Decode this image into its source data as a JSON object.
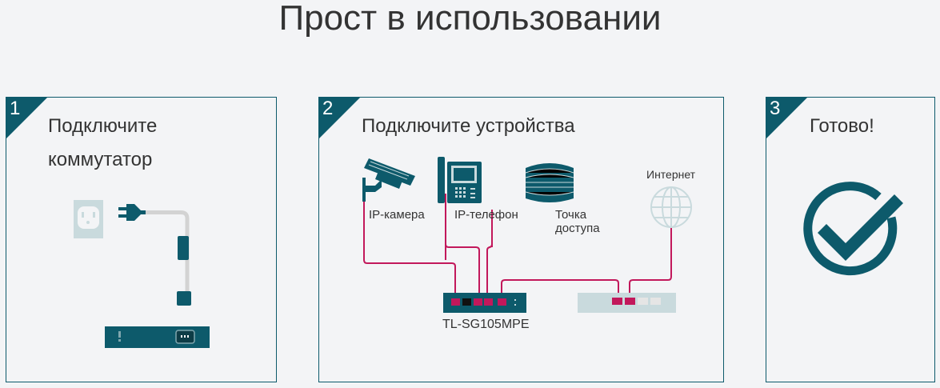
{
  "header": {
    "title": "Прост в использовании"
  },
  "colors": {
    "accent": "#0d5a6b",
    "cable": "#c2185b",
    "muted": "#c9dadd"
  },
  "steps": [
    {
      "number": "1",
      "title_line1": "Подключите",
      "title_line2": "коммутатор",
      "icons": [
        "power-outlet-icon",
        "power-plug-icon",
        "switch-back-panel-icon"
      ]
    },
    {
      "number": "2",
      "title": "Подключите устройства",
      "devices": [
        {
          "label": "IP-камера",
          "icon": "ip-camera-icon"
        },
        {
          "label": "IP-телефон",
          "icon": "ip-phone-icon"
        },
        {
          "label_line1": "Точка",
          "label_line2": "доступа",
          "icon": "access-point-icon"
        },
        {
          "label": "Интернет",
          "icon": "globe-icon"
        }
      ],
      "switch_model": "TL-SG105MPE"
    },
    {
      "number": "3",
      "title": "Готово!",
      "icon": "check-circle-icon"
    }
  ]
}
